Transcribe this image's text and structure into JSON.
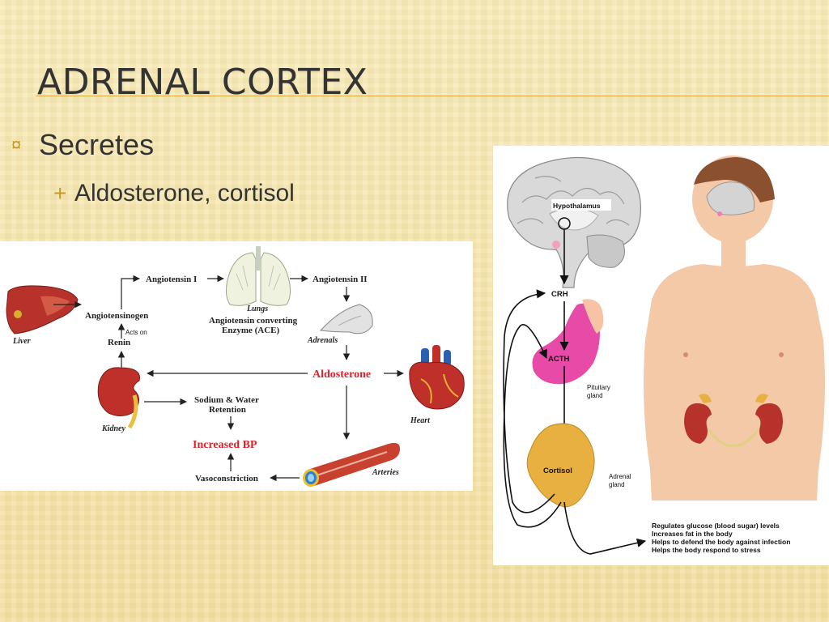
{
  "slide": {
    "title": "ADRENAL CORTEX",
    "bullets": [
      {
        "text": "Secretes",
        "marker": "¤"
      },
      {
        "text": "Aldosterone, cortisol",
        "marker": "+"
      }
    ]
  },
  "raas": {
    "liver": "Liver",
    "angiotensinogen": "Angiotensinogen",
    "acts_on": "Acts on",
    "renin": "Renin",
    "kidney": "Kidney",
    "angiotensin1": "Angiotensin I",
    "lungs": "Lungs",
    "ace1": "Angiotensin converting",
    "ace2": "Enzyme (ACE)",
    "angiotensin2": "Angiotensin II",
    "adrenals": "Adrenals",
    "aldosterone": "Aldosterone",
    "heart": "Heart",
    "sodium1": "Sodium & Water",
    "sodium2": "Retention",
    "increased_bp": "Increased BP",
    "vasoconstriction": "Vasoconstriction",
    "arteries": "Arteries",
    "colors": {
      "red_label": "#e0202a",
      "organ_red": "#c0302a"
    }
  },
  "hpa": {
    "hypothalamus": "Hypothalamus",
    "crh": "CRH",
    "acth": "ACTH",
    "pituitary1": "Pituitary",
    "pituitary2": "gland",
    "cortisol": "Cortisol",
    "adrenal1": "Adrenal",
    "adrenal2": "gland",
    "effects": [
      "Regulates glucose (blood sugar) levels",
      "Increases fat in the body",
      "Helps to defend the body against infection",
      "Helps the body respond to stress"
    ],
    "colors": {
      "pituitary": "#e84aa8",
      "adrenal": "#e8b040",
      "skin": "#f3c9a8"
    }
  }
}
